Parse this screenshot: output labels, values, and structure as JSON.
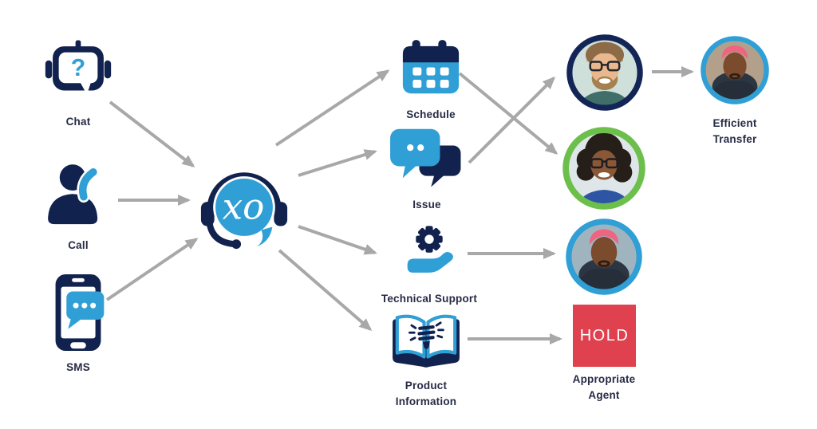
{
  "diagram": {
    "channels": [
      {
        "id": "chat",
        "label": "Chat"
      },
      {
        "id": "call",
        "label": "Call"
      },
      {
        "id": "sms",
        "label": "SMS"
      }
    ],
    "hub": {
      "logo_text": "xo"
    },
    "intents": [
      {
        "id": "schedule",
        "label": "Schedule"
      },
      {
        "id": "issue",
        "label": "Issue"
      },
      {
        "id": "technical-support",
        "label": "Technical Support"
      },
      {
        "id": "product-information",
        "label": "Product Information"
      }
    ],
    "agents": {
      "hold_label": "HOLD",
      "efficient_transfer": "Efficient Transfer",
      "appropriate_agent": "Appropriate Agent"
    },
    "connections": [
      {
        "from": "chat",
        "to": "hub"
      },
      {
        "from": "call",
        "to": "hub"
      },
      {
        "from": "sms",
        "to": "hub"
      },
      {
        "from": "hub",
        "to": "schedule"
      },
      {
        "from": "hub",
        "to": "issue"
      },
      {
        "from": "hub",
        "to": "technical-support"
      },
      {
        "from": "hub",
        "to": "product-information"
      },
      {
        "from": "schedule",
        "to": "agent-green-ring"
      },
      {
        "from": "issue",
        "to": "agent-navy-ring"
      },
      {
        "from": "technical-support",
        "to": "agent-blue-ring"
      },
      {
        "from": "product-information",
        "to": "hold"
      },
      {
        "from": "agent-navy-ring",
        "to": "efficient-transfer-agent"
      }
    ],
    "colors": {
      "navy": "#12224e",
      "blue": "#2f9fd6",
      "green": "#6cbf4b",
      "red": "#e0414f",
      "arrow_gray": "#a8a8a8",
      "label_text": "#262b45"
    }
  }
}
